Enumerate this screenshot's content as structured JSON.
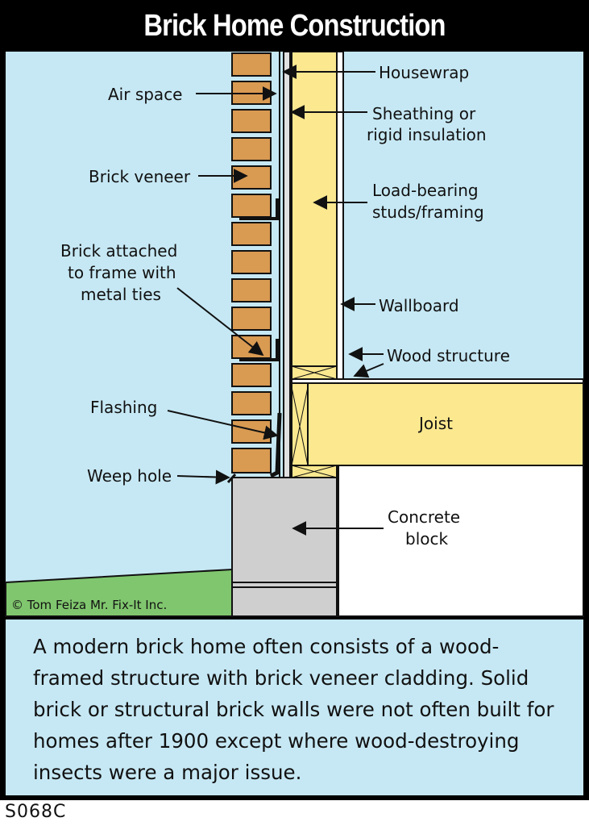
{
  "title": "Brick Home Construction",
  "labels": {
    "housewrap": "Housewrap",
    "sheathing_1": "Sheathing or",
    "sheathing_2": "rigid insulation",
    "studs_1": "Load-bearing",
    "studs_2": "studs/framing",
    "wallboard": "Wallboard",
    "wood_structure": "Wood structure",
    "joist": "Joist",
    "concrete_1": "Concrete",
    "concrete_2": "block",
    "air_space": "Air space",
    "brick_veneer": "Brick veneer",
    "ties_1": "Brick attached",
    "ties_2": "to frame with",
    "ties_3": "metal ties",
    "flashing": "Flashing",
    "weep_hole": "Weep hole"
  },
  "copyright": "© Tom Feiza Mr. Fix-It Inc.",
  "caption": "A modern brick home often consists of a wood-framed structure with brick veneer cladding. Solid brick or structural brick walls were not often built for homes after 1900 except where wood-destroying insects were a major issue.",
  "code": "S068C",
  "colors": {
    "sky": "#c6e8f4",
    "brick": "#d99a52",
    "wood": "#fbe88f",
    "concrete": "#cfcfcf",
    "grass": "#80c66e"
  }
}
